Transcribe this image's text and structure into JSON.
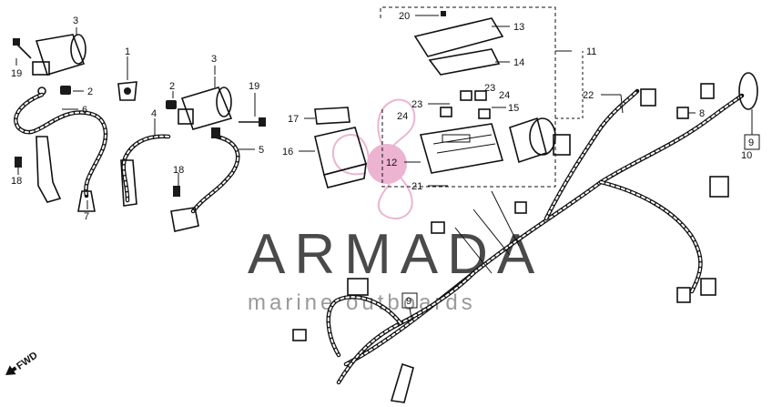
{
  "diagram": {
    "watermark": {
      "brand": "ARMADA",
      "tagline": "marine outboards",
      "accent_color": "#e9a7c9",
      "text_color": "#4a4a4a"
    },
    "direction_label": "FWD",
    "callouts": {
      "c1": "1",
      "c2a": "2",
      "c2b": "2",
      "c3a": "3",
      "c3b": "3",
      "c4": "4",
      "c5": "5",
      "c6": "6",
      "c7": "7",
      "c8": "8",
      "c9a": "9",
      "c9b": "9",
      "c10": "10",
      "c11": "11",
      "c12": "12",
      "c13": "13",
      "c14": "14",
      "c15": "15",
      "c16": "16",
      "c17": "17",
      "c18a": "18",
      "c18b": "18",
      "c19a": "19",
      "c19b": "19",
      "c20": "20",
      "c21": "21",
      "c22": "22",
      "c23a": "23",
      "c23b": "23",
      "c24a": "24",
      "c24b": "24"
    }
  }
}
